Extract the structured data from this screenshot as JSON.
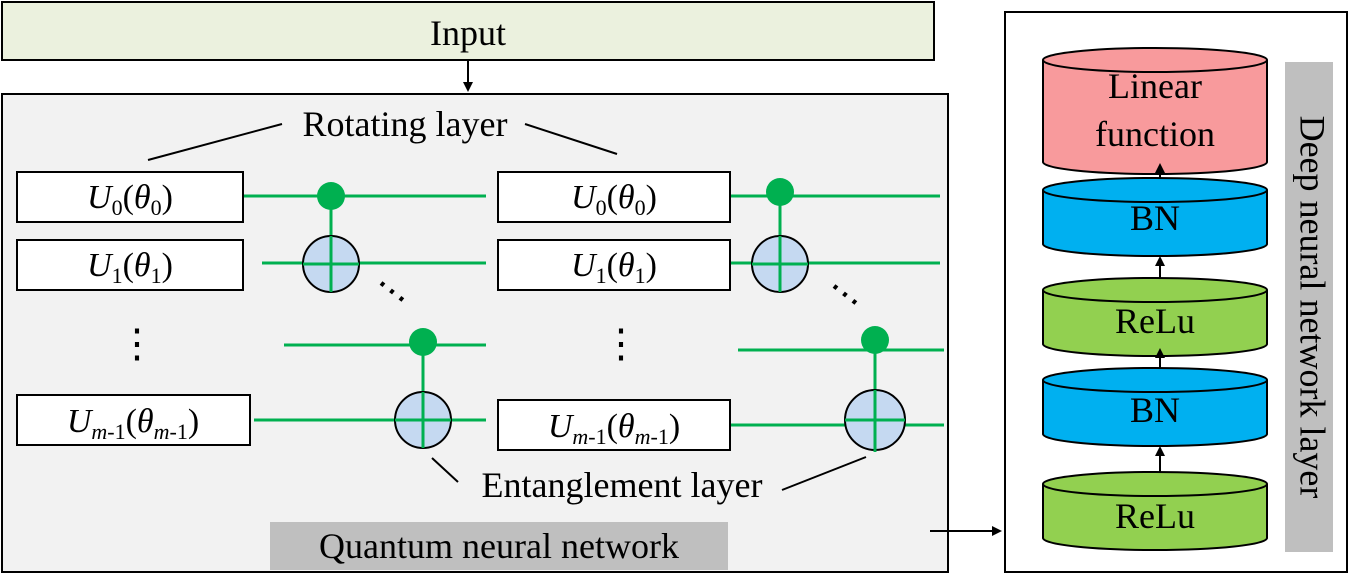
{
  "input_label": "Input",
  "qnn": {
    "rotating_label": "Rotating layer",
    "entanglement_label": "Entanglement layer",
    "title": "Quantum neural network",
    "gates": [
      {
        "u": "U",
        "sub": "0",
        "theta": "θ",
        "tsub": "0"
      },
      {
        "u": "U",
        "sub": "1",
        "theta": "θ",
        "tsub": "1"
      },
      {
        "u": "U",
        "sub": "m",
        "sub_tail": "-1",
        "theta": "θ",
        "tsub": "m",
        "tsub_tail": "-1"
      }
    ],
    "ellipsis": "⋮",
    "ellipsis_diag": "⋯"
  },
  "dnn": {
    "title": "Deep neural network layer",
    "layers": [
      {
        "label_line1": "Linear",
        "label_line2": "function",
        "color": "#f89a9c"
      },
      {
        "label": "BN",
        "color": "#00b0f0"
      },
      {
        "label": "ReLu",
        "color": "#92d050"
      },
      {
        "label": "BN",
        "color": "#00b0f0"
      },
      {
        "label": "ReLu",
        "color": "#92d050"
      }
    ]
  },
  "colors": {
    "input_fill": "#ebf1de",
    "qnn_fill": "#f2f2f2",
    "title_fill": "#bfbfbf",
    "wire": "#00b050",
    "control_dot": "#00b050",
    "target_fill": "#c5d9f1"
  }
}
